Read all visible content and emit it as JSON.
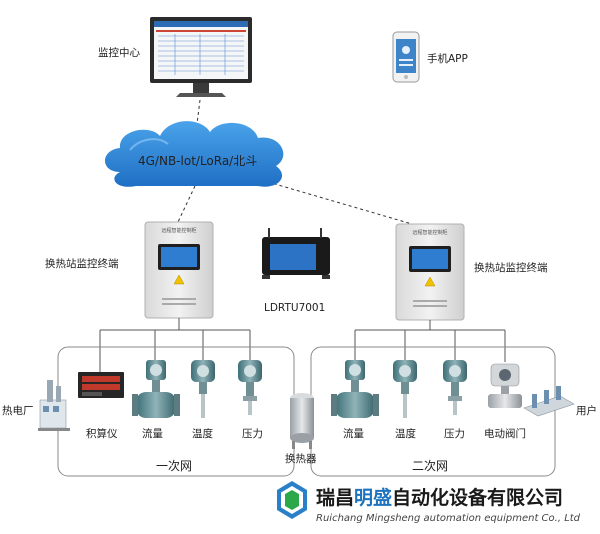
{
  "labels": {
    "monitor_center": "监控中心",
    "mobile_app": "手机APP",
    "cloud": "4G/NB-lot/LoRa/北斗",
    "terminal_left": "换热站监控终端",
    "terminal_right": "换热站监控终端",
    "rtu_model": "LDRTU7001",
    "heat_plant": "热电厂",
    "user": "用户",
    "heat_exchanger": "换热器",
    "primary_net": "一次网",
    "secondary_net": "二次网",
    "cabinet_header": "远程智能控制柜",
    "primary_devices": [
      "积算仪",
      "流量",
      "温度",
      "压力"
    ],
    "secondary_devices": [
      "流量",
      "温度",
      "压力",
      "电动阀门"
    ]
  },
  "company": {
    "name_prefix": "瑞昌",
    "name_highlight": "明盛",
    "name_suffix": "自动化设备有限公司",
    "name_en": "Ruichang Mingsheng automation equipment Co., Ltd"
  },
  "colors": {
    "cloud": "#2e83d6",
    "brand_blue": "#1e73be",
    "brand_green": "#2ba84a"
  }
}
